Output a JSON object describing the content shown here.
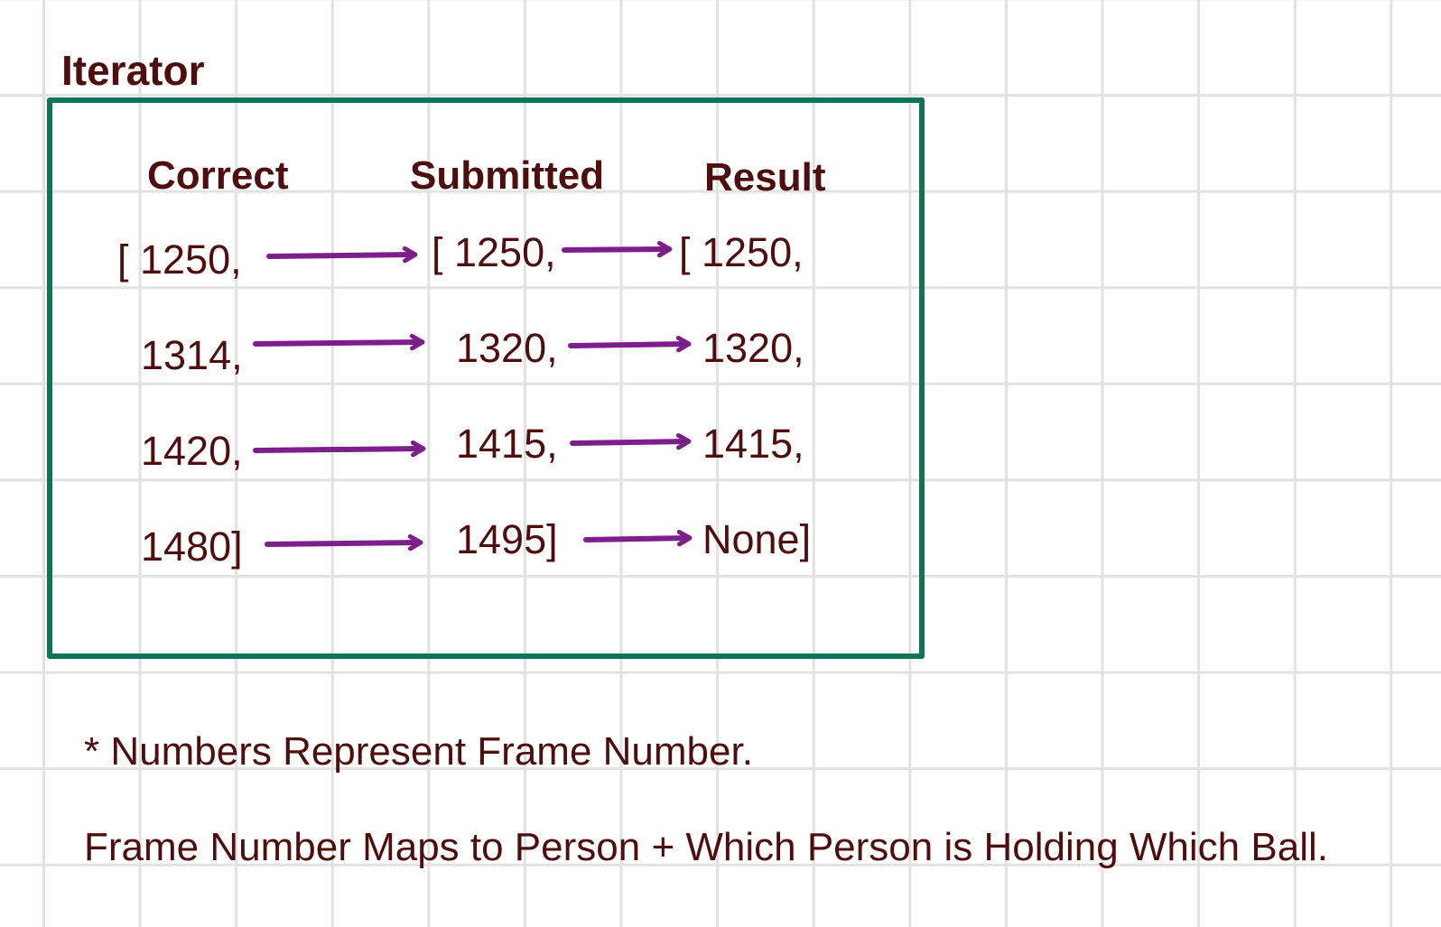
{
  "title": "Iterator",
  "columns": {
    "correct": "Correct",
    "submitted": "Submitted",
    "result": "Result"
  },
  "rows": [
    {
      "correct": "[ 1250,",
      "submitted": "[ 1250,",
      "result": "[ 1250,"
    },
    {
      "correct": "1314,",
      "submitted": "1320,",
      "result": "1320,"
    },
    {
      "correct": "1420,",
      "submitted": "1415,",
      "result": "1415,"
    },
    {
      "correct": "1480]",
      "submitted": "1495]",
      "result": "None]"
    }
  ],
  "notes": {
    "line1": "* Numbers Represent Frame Number.",
    "line2": "Frame Number Maps to Person + Which Person is Holding Which Ball."
  },
  "colors": {
    "text": "#4e0e0e",
    "frame": "#0d7457",
    "arrow": "#7d1f8a",
    "grid": "#e2e2e2"
  }
}
